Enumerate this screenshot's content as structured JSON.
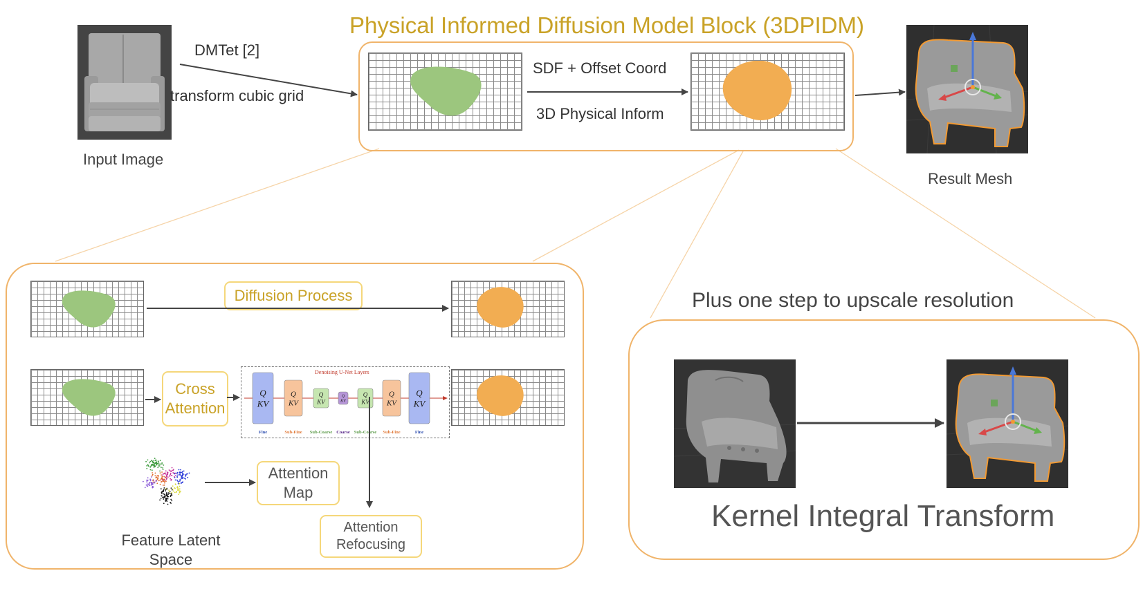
{
  "title": "Physical Informed Diffusion Model Block (3DPIDM)",
  "top": {
    "input_label": "Input Image",
    "dmtet_label": "DMTet [2]",
    "transform_label": "transform cubic grid",
    "sdf_label": "SDF + Offset Coord",
    "physical_label": "3D Physical Inform",
    "result_label": "Result Mesh"
  },
  "left_panel": {
    "diffusion_process": "Diffusion Process",
    "cross_attention": "Cross\nAttention",
    "unet": {
      "title": "Denoising U-Net Layers",
      "blocks": [
        {
          "q": "Q",
          "kv": "KV",
          "label": "Fine"
        },
        {
          "q": "Q",
          "kv": "KV",
          "label": "Sub-Fine"
        },
        {
          "q": "Q",
          "kv": "KV",
          "label": "Sub-Coarse"
        },
        {
          "q": "Q",
          "kv": "KV",
          "label": "Coarse"
        },
        {
          "q": "Q",
          "kv": "KV",
          "label": "Sub-Coarse"
        },
        {
          "q": "Q",
          "kv": "KV",
          "label": "Sub-Fine"
        },
        {
          "q": "Q",
          "kv": "KV",
          "label": "Fine"
        }
      ]
    },
    "attention_map": "Attention\nMap",
    "attention_refocusing": "Attention\nRefocusing",
    "feature_latent": "Feature Latent\nSpace"
  },
  "right_panel": {
    "upscale_label": "Plus one step to upscale resolution",
    "kernel_label": "Kernel Integral Transform"
  },
  "colors": {
    "title": "#c9a227",
    "panel_border": "#f0b46a",
    "green_blob": "#9cc67e",
    "orange_blob": "#f2ad52",
    "yellow_box": "#f5d77a",
    "fine": "#a9b8f2",
    "sub_fine": "#f7c49c",
    "sub_coarse": "#c6e6b0",
    "coarse": "#b696d8"
  }
}
